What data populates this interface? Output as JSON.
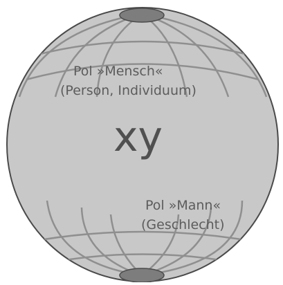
{
  "colors": {
    "sphere_fill": "#c8c8c8",
    "sphere_stroke": "#4a4a4a",
    "grid_lines": "#8f8f8f",
    "pole_caps": "#7d7d7d",
    "text": "#5c5c5c"
  },
  "labels": {
    "pol_mensch": {
      "line1": "Pol »Mensch«",
      "line2": "(Person, Individuum)"
    },
    "center": "xy",
    "pol_mann": {
      "line1": "Pol »Mann«",
      "line2": "(Geschlecht)"
    }
  }
}
